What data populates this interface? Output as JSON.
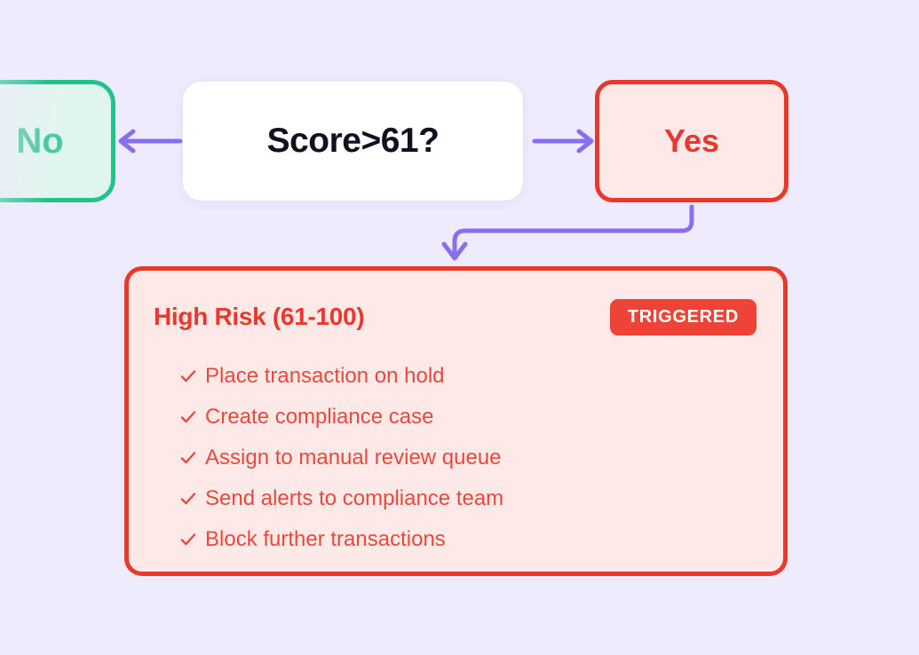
{
  "theme": {
    "background": "#eeebfd",
    "red": "#e8392c",
    "red_soft_fill": "#fde9e7",
    "red_text": "#e8493c",
    "badge_red": "#ef4337",
    "green": "#22c38a",
    "green_text": "#4cc9a0",
    "purple_arrow": "#8b6ef0",
    "decision_text": "#10131f",
    "white": "#ffffff"
  },
  "flow": {
    "decision": {
      "label": "Score>61?",
      "name": "decision-node"
    },
    "branch_no": {
      "label": "No",
      "name": "branch-no-node"
    },
    "branch_yes": {
      "label": "Yes",
      "name": "branch-yes-node"
    },
    "connectors": [
      {
        "name": "arrow-decision-to-no",
        "direction": "left"
      },
      {
        "name": "arrow-decision-to-yes",
        "direction": "right"
      },
      {
        "name": "arrow-yes-to-outcome",
        "direction": "down-elbow"
      }
    ]
  },
  "outcome": {
    "title": "High Risk (61-100)",
    "status": "TRIGGERED",
    "actions": [
      {
        "icon": "check-icon",
        "text": "Place transaction on hold"
      },
      {
        "icon": "check-icon",
        "text": "Create compliance case"
      },
      {
        "icon": "check-icon",
        "text": "Assign to manual review queue"
      },
      {
        "icon": "check-icon",
        "text": "Send alerts to compliance team"
      },
      {
        "icon": "check-icon",
        "text": "Block further transactions"
      }
    ]
  }
}
